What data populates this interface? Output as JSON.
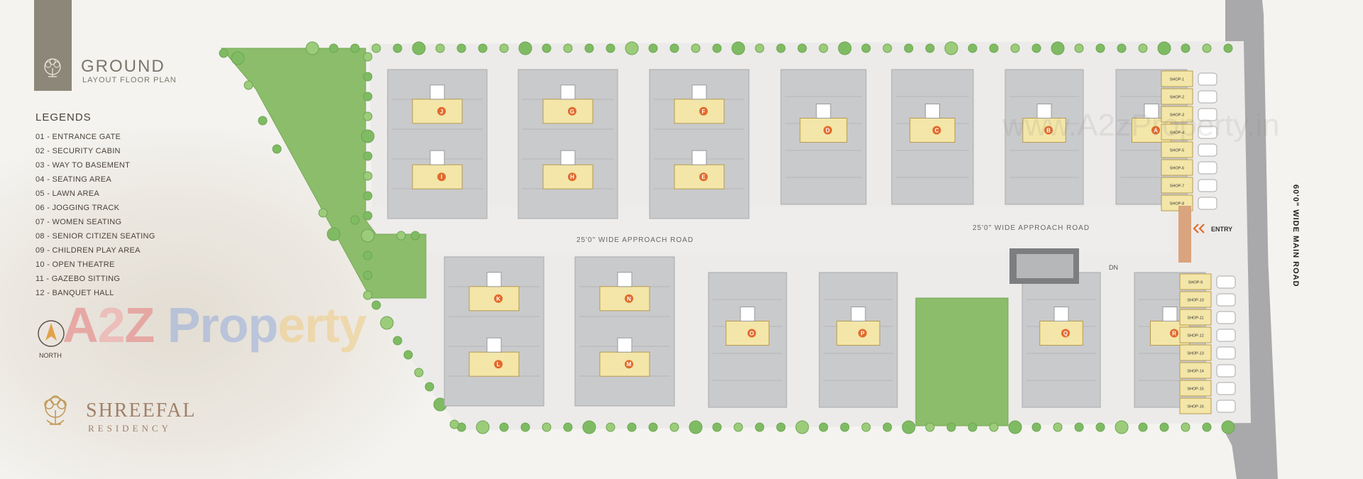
{
  "header": {
    "title": "GROUND",
    "subtitle": "LAYOUT FLOOR PLAN"
  },
  "legend": {
    "heading": "LEGENDS",
    "items": [
      "01 -  ENTRANCE GATE",
      "02 - SECURITY CABIN",
      "03 - WAY TO BASEMENT",
      "04 - SEATING AREA",
      "05 - LAWN AREA",
      "06 - JOGGING TRACK",
      "07 - WOMEN SEATING",
      "08 - SENIOR CITIZEN SEATING",
      "09 - CHILDREN PLAY AREA",
      "10 - OPEN THEATRE",
      "11 - GAZEBO SITTING",
      "12 - BANQUET HALL"
    ]
  },
  "north_label": "NORTH",
  "brand": {
    "name": "SHREEFAL",
    "tagline": "RESIDENCY"
  },
  "watermark": {
    "parts": [
      "A",
      "2",
      "Z ",
      "Prop",
      "erty"
    ],
    "right_text": "www.A2zProperty.in"
  },
  "roads": {
    "top_left": "25'0\" WIDE APPROACH ROAD",
    "top_right": "25'0\" WIDE APPROACH ROAD",
    "main_road": "60'0\" WIDE MAIN ROAD",
    "entry": "ENTRY",
    "dn": "DN"
  },
  "towers_upper": [
    "J",
    "I",
    "G",
    "H",
    "F",
    "E",
    "D",
    "C",
    "B",
    "A"
  ],
  "towers_lower": [
    "K",
    "L",
    "N",
    "M",
    "O",
    "P",
    "Q",
    "R"
  ],
  "shops_upper": [
    "SHOP-1",
    "SHOP-2",
    "SHOP-3",
    "SHOP-4",
    "SHOP-5",
    "SHOP-6",
    "SHOP-7",
    "SHOP-8"
  ],
  "shops_lower": [
    "SHOP-9",
    "SHOP-10",
    "SHOP-11",
    "SHOP-12",
    "SHOP-13",
    "SHOP-14",
    "SHOP-15",
    "SHOP-16"
  ],
  "colors": {
    "lawn": "#8bbd6a",
    "tower_core": "#f3e6a8",
    "parking": "#c9cacc",
    "tower_badge": "#e26a2c",
    "main_road": "#a9a9ab"
  }
}
